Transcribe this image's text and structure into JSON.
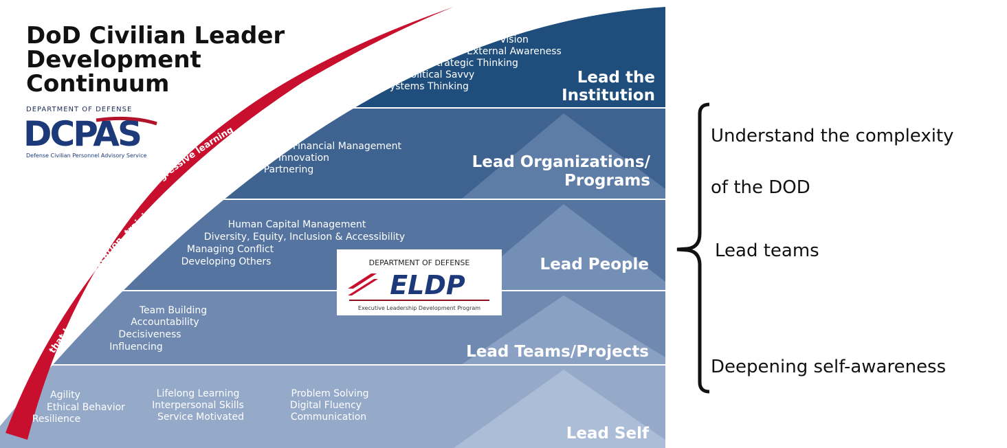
{
  "title_lines": [
    "DoD Civilian Leader",
    "Development",
    "Continuum"
  ],
  "dcpas": {
    "header": "DEPARTMENT OF DEFENSE",
    "logo": "DCPAS",
    "caption": "Defense Civilian Personnel Advisory Service"
  },
  "arc_text": [
    "Deliberate development through progressive learning",
    "opportunities (education, training, self-development, assignments)",
    "that broaden experience and increase responsibility."
  ],
  "levels": {
    "institution": {
      "title": [
        "Lead the",
        "Institution"
      ],
      "skills": [
        "Vision",
        "External Awareness",
        "Strategic Thinking",
        "Political Savvy",
        "Systems Thinking"
      ]
    },
    "organizations": {
      "title": [
        "Lead Organizations/",
        "Programs"
      ],
      "skills": [
        "Financial Management",
        "Innovation",
        "Partnering"
      ]
    },
    "people": {
      "title": [
        "Lead People"
      ],
      "skills": [
        "Human Capital Management",
        "Diversity, Equity, Inclusion & Accessibility",
        "Managing Conflict",
        "Developing Others"
      ]
    },
    "teams": {
      "title": [
        "Lead Teams/Projects"
      ],
      "skills": [
        "Team Building",
        "Accountability",
        "Decisiveness",
        "Influencing"
      ]
    },
    "self": {
      "title": [
        "Lead Self"
      ],
      "skills_col1": [
        "Agility",
        "Ethical Behavior",
        "Resilience"
      ],
      "skills_col2": [
        "Lifelong Learning",
        "Interpersonal Skills",
        "Service Motivated"
      ],
      "skills_col3": [
        "Problem Solving",
        "Digital Fluency",
        "Communication"
      ]
    }
  },
  "eldp": {
    "header": "DEPARTMENT OF DEFENSE",
    "logo": "ELDP",
    "caption": "Executive Leadership Development Program"
  },
  "right": {
    "line1": "Understand the complexity",
    "line2": "of the DOD",
    "line3": "Lead teams",
    "line4": "Deepening self-awareness"
  },
  "colors": {
    "institution": "#1f4e7d",
    "organizations": "#3f6391",
    "people": "#5575a0",
    "teams": "#6f89b0",
    "self": "#95a9c9",
    "arc": "#c8102e",
    "title": "#111111"
  }
}
